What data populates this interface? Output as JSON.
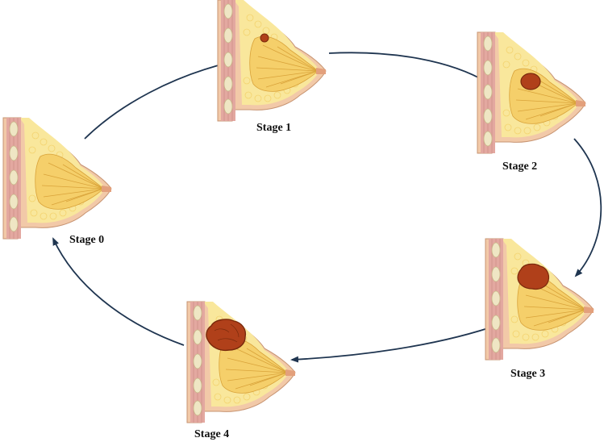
{
  "colors": {
    "skin": "#f2c9a8",
    "skin_edge": "#c79472",
    "muscle": "#e3a8a0",
    "muscle_stripe": "#cf8f88",
    "fat": "#f9e79c",
    "fat_cell": "#f3d36f",
    "gland": "#f5cf6a",
    "gland_edge": "#d9a33a",
    "rib": "#efe6c4",
    "rib_edge": "#c9b98a",
    "tumor": "#b0401a",
    "tumor_dark": "#7a2a0c",
    "arrow": "#1f3550"
  },
  "stages": [
    {
      "label": "Stage 0",
      "tumor_size": 0
    },
    {
      "label": "Stage 1",
      "tumor_size": 1
    },
    {
      "label": "Stage 2",
      "tumor_size": 2
    },
    {
      "label": "Stage 3",
      "tumor_size": 3
    },
    {
      "label": "Stage 4",
      "tumor_size": 4
    }
  ],
  "icons": {
    "breast": "breast-cross-section-icon",
    "tumor": "tumor-icon",
    "arrow": "cycle-arrow-icon"
  }
}
